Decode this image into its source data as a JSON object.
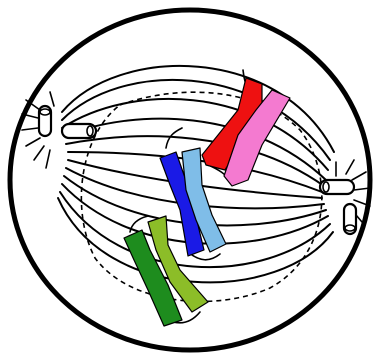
{
  "diagram": {
    "subject": "cell-division-metaphase",
    "colors": {
      "cell_membrane": "#000000",
      "nuclear_region_outline": "#000000",
      "spindle_fibers": "#000000",
      "centriole_fill": "#ffffff"
    },
    "chromosomes": [
      {
        "id": "red-pink",
        "chromatid_colors": [
          "#ee1111",
          "#f47ad0"
        ]
      },
      {
        "id": "blue-lightblue",
        "chromatid_colors": [
          "#1a1ae6",
          "#7fbde8"
        ]
      },
      {
        "id": "green-lightgreen",
        "chromatid_colors": [
          "#1e8c1e",
          "#8cbd28"
        ]
      }
    ],
    "centriole_pairs": [
      {
        "pole": "left"
      },
      {
        "pole": "right"
      }
    ]
  }
}
